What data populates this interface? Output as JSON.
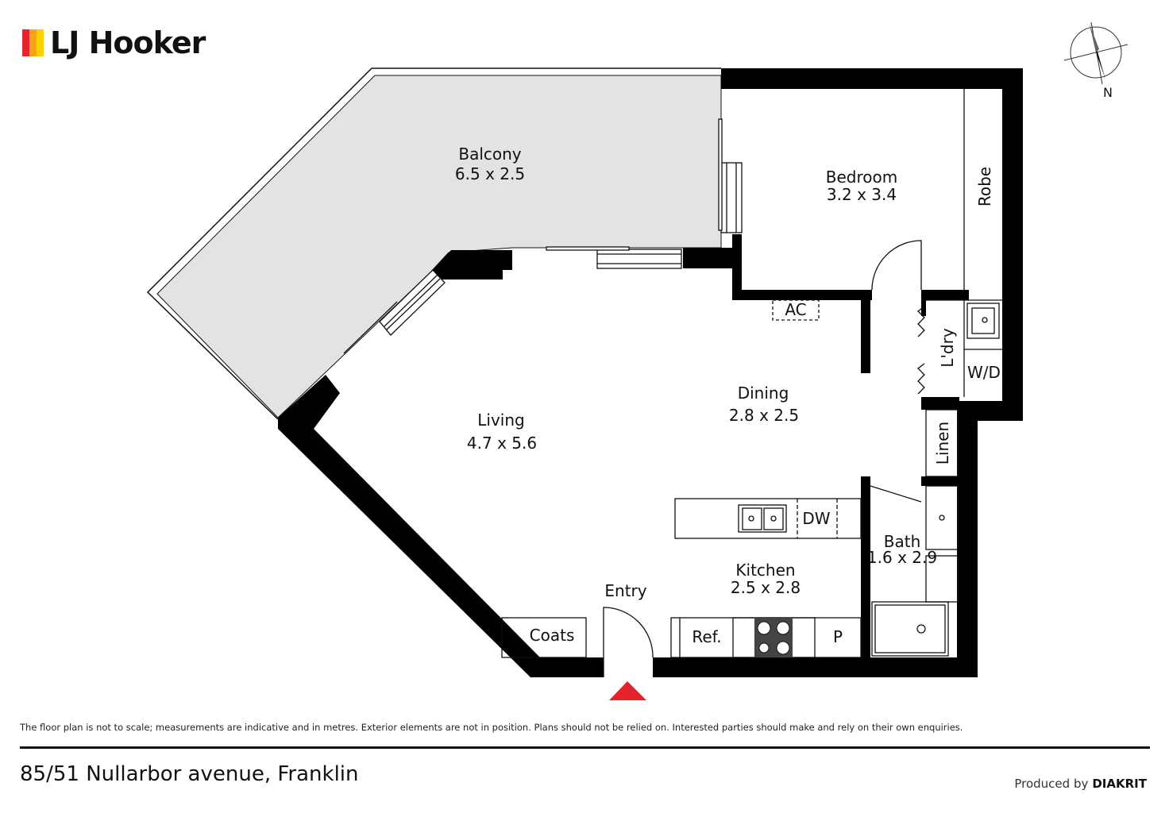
{
  "brand": {
    "name": "LJ Hooker",
    "mark_colors": [
      "#e4232b",
      "#f6a31b",
      "#fcd100"
    ]
  },
  "colors": {
    "wall": "#000000",
    "balcony_fill": "#e3e3e3",
    "entry_arrow": "#e4232b"
  },
  "compass": {
    "label": "N"
  },
  "rooms": {
    "balcony": {
      "name": "Balcony",
      "size": "6.5 x 2.5"
    },
    "bedroom": {
      "name": "Bedroom",
      "size": "3.2 x 3.4"
    },
    "robe": {
      "name": "Robe"
    },
    "ac": {
      "name": "AC"
    },
    "laundry": {
      "name": "L'dry"
    },
    "wd": {
      "name": "W/D"
    },
    "dining": {
      "name": "Dining",
      "size": "2.8 x 2.5"
    },
    "living": {
      "name": "Living",
      "size": "4.7 x 5.6"
    },
    "linen": {
      "name": "Linen"
    },
    "dw": {
      "name": "DW"
    },
    "bath": {
      "name": "Bath",
      "size": "1.6 x 2.9"
    },
    "kitchen": {
      "name": "Kitchen",
      "size": "2.5 x 2.8"
    },
    "entry": {
      "name": "Entry"
    },
    "coats": {
      "name": "Coats"
    },
    "ref": {
      "name": "Ref."
    },
    "pantry": {
      "name": "P"
    }
  },
  "disclaimer": "The floor plan is not to scale; measurements are indicative and in metres. Exterior elements are not in position. Plans should not be relied on. Interested parties should make and rely on their own enquiries.",
  "address": "85/51 Nullarbor avenue, Franklin",
  "producer": {
    "prefix": "Produced by",
    "name": "DIAKRIT"
  }
}
